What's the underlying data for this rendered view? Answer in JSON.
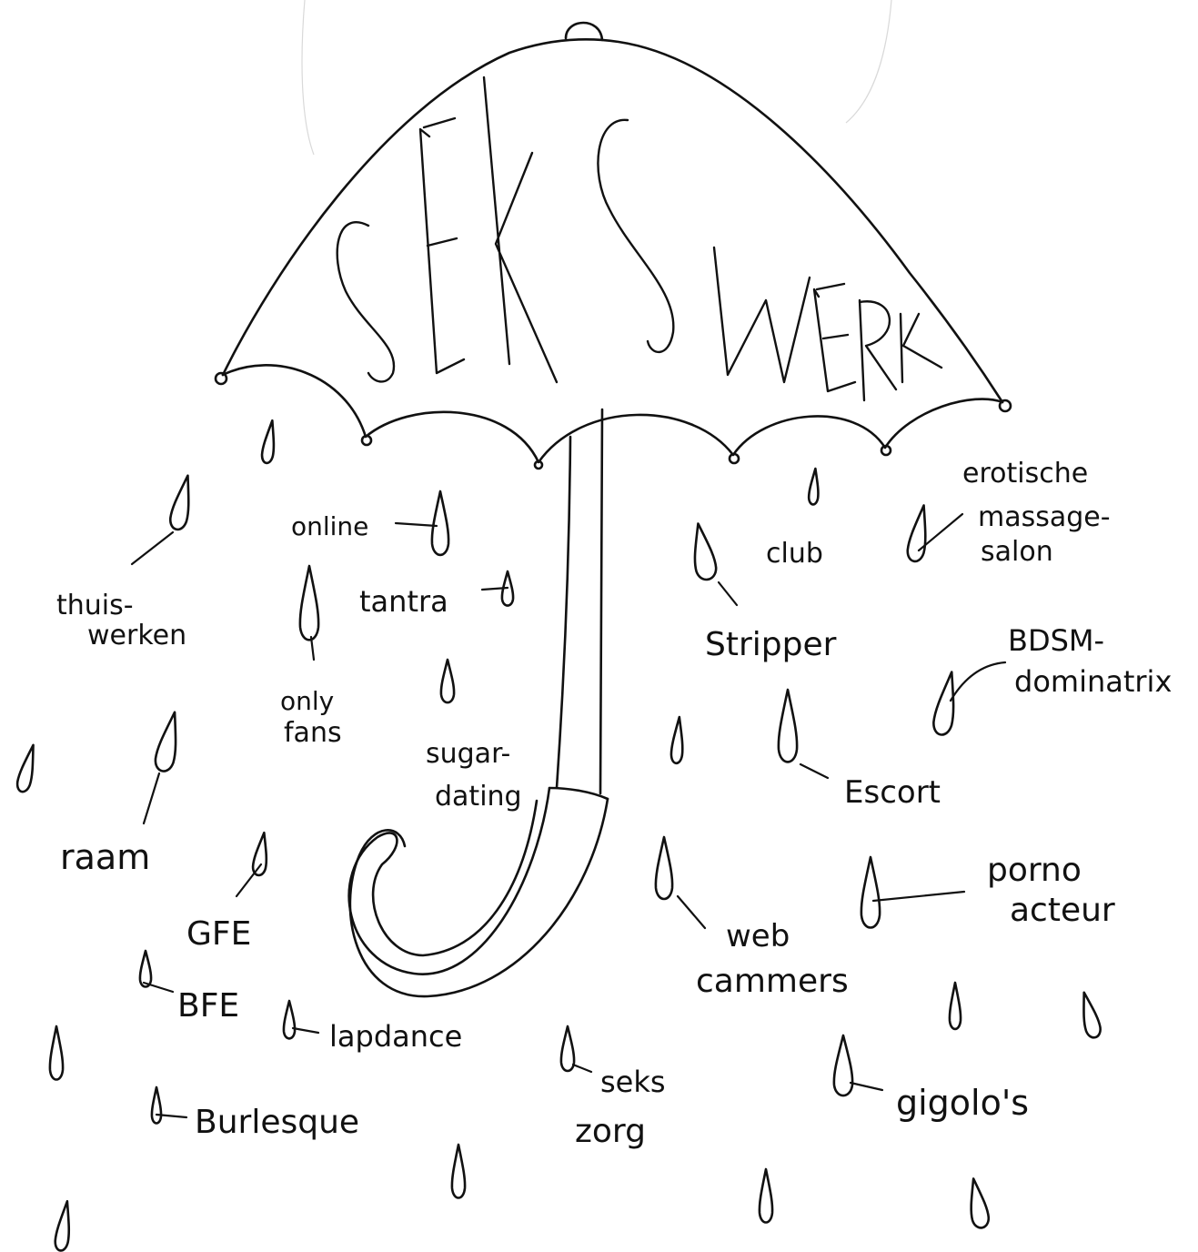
{
  "title": "SEKSWERK",
  "labels": {
    "thuiswerken_1": "thuis-",
    "thuiswerken_2": "werken",
    "online": "online",
    "tantra": "tantra",
    "onlyfans_1": "only",
    "onlyfans_2": "fans",
    "sugardating_1": "sugar-",
    "sugardating_2": "dating",
    "raam": "raam",
    "gfe": "GFE",
    "bfe": "BFE",
    "lapdance": "lapdance",
    "burlesque": "Burlesque",
    "club": "club",
    "stripper": "Stripper",
    "erotische_1": "erotische",
    "erotische_2": "massage-",
    "erotische_3": "salon",
    "bdsm_1": "BDSM-",
    "bdsm_2": "dominatrix",
    "escort": "Escort",
    "porno_1": "porno",
    "porno_2": "acteur",
    "webcammers_1": "web",
    "webcammers_2": "cammers",
    "sekszorg_1": "seks",
    "sekszorg_2": "zorg",
    "gigolos": "gigolo's"
  },
  "colors": {
    "ink": "#111111",
    "paper": "#ffffff"
  }
}
